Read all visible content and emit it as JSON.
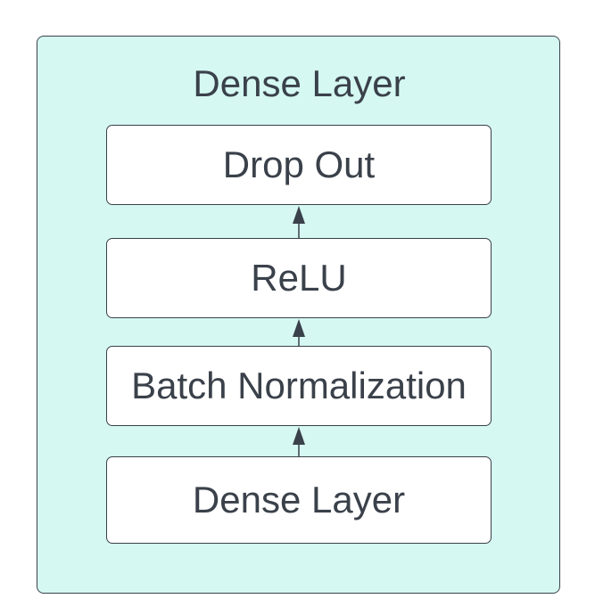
{
  "diagram": {
    "container_title": "Dense Layer",
    "blocks": [
      {
        "label": "Drop Out"
      },
      {
        "label": "ReLU"
      },
      {
        "label": "Batch Normalization"
      },
      {
        "label": "Dense Layer"
      }
    ]
  },
  "colors": {
    "container_fill": "#d5f8f2",
    "stroke": "#3a414a",
    "block_fill": "#ffffff",
    "text": "#3a414a"
  }
}
